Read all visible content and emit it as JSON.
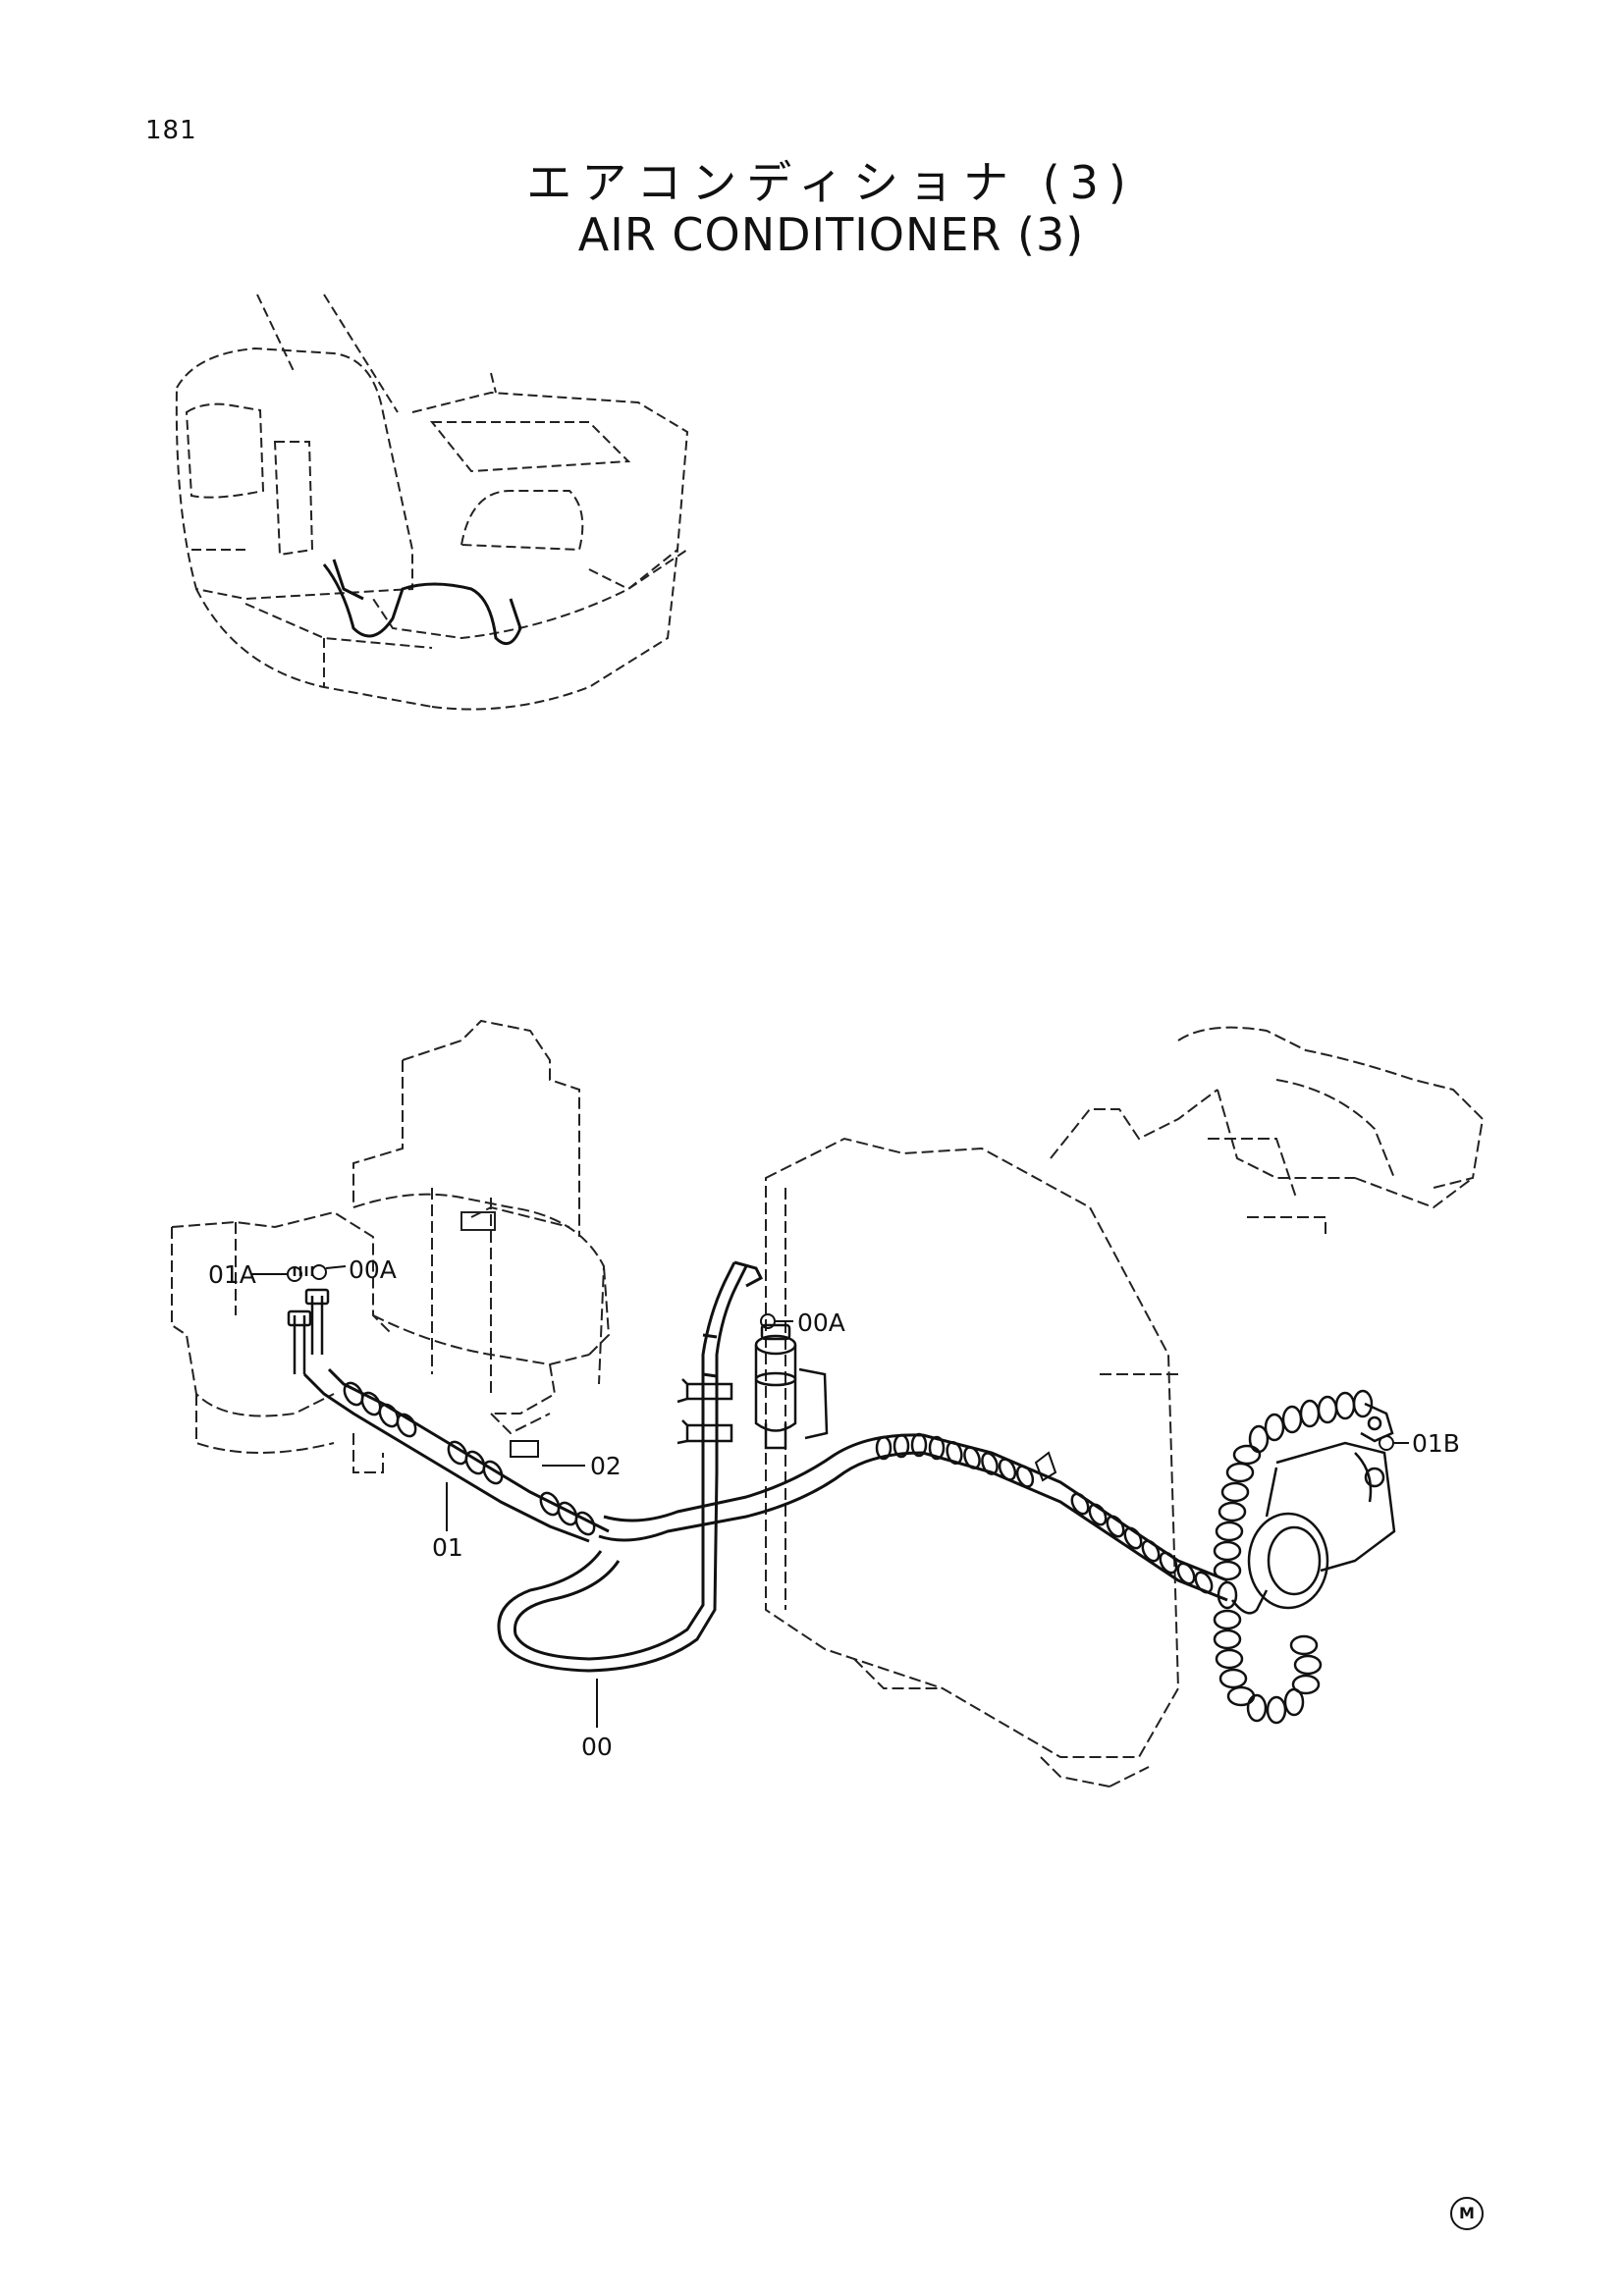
{
  "page_number": "181",
  "title_jp": "エアコンディショナ (3)",
  "title_en": "AIR CONDITIONER (3)",
  "callouts": {
    "c01A": "01A",
    "c00A_left": "00A",
    "c00A_right": "00A",
    "c02": "02",
    "c01": "01",
    "c00": "00",
    "c01B": "01B"
  },
  "corner_mark": "M"
}
